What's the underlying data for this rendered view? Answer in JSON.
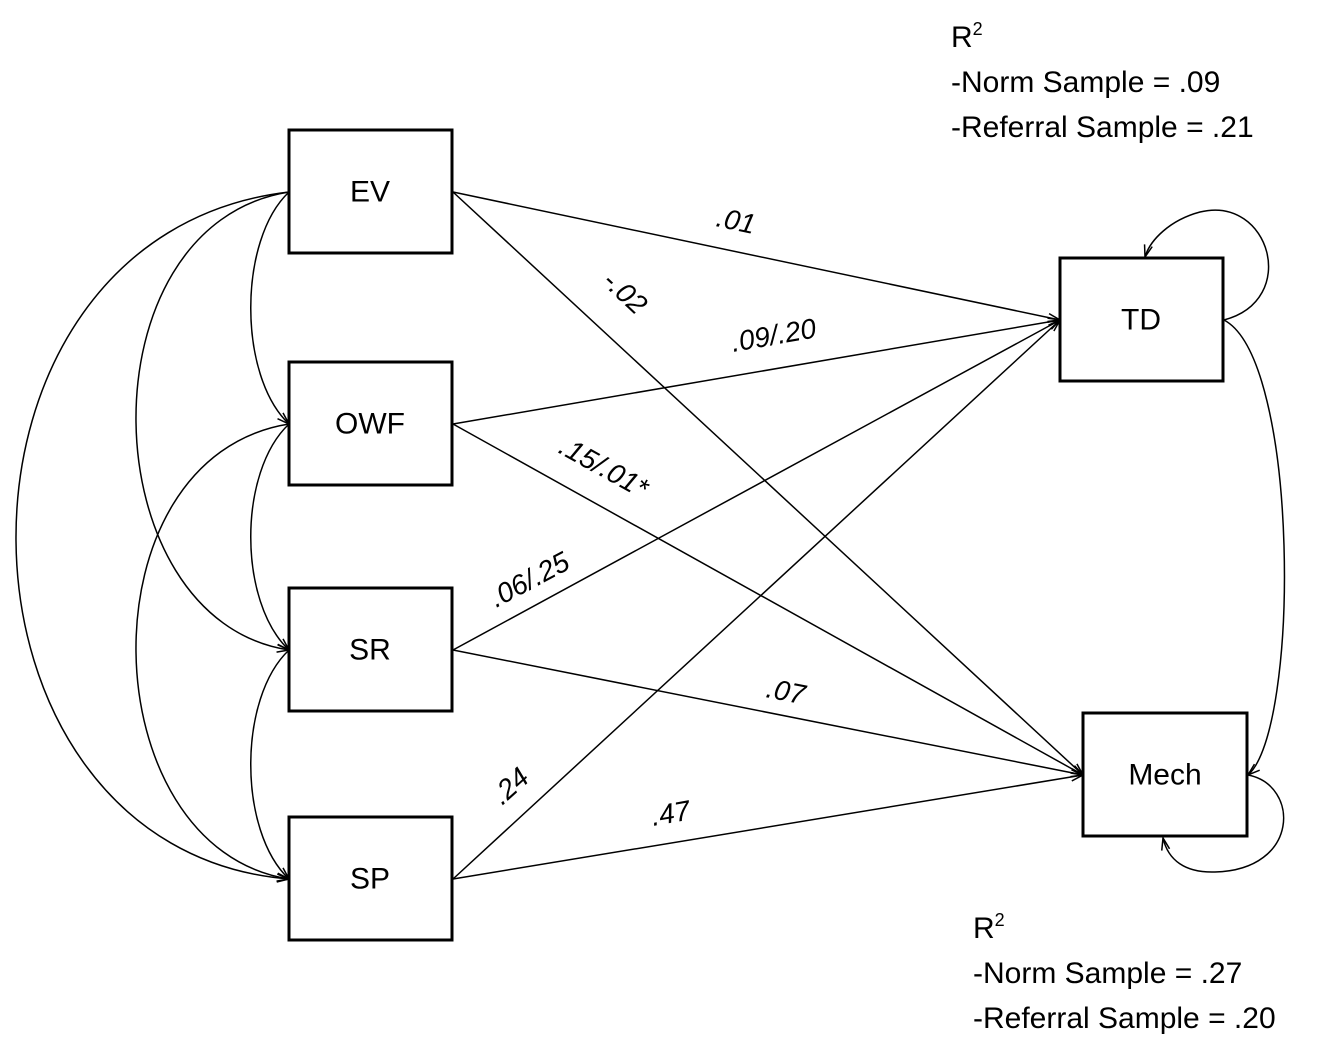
{
  "nodes": {
    "ev": "EV",
    "owf": "OWF",
    "sr": "SR",
    "sp": "SP",
    "td": "TD",
    "mech": "Mech"
  },
  "paths": {
    "ev_td": ".01",
    "ev_mech": "-.02",
    "owf_td": ".09/.20",
    "owf_mech": ".15/.01*",
    "sr_td": ".06/.25",
    "sr_mech": ".07",
    "sp_td": ".24",
    "sp_mech": ".47"
  },
  "r2_td": {
    "label": "R",
    "sup": "2",
    "norm": "-Norm Sample = .09",
    "referral": "-Referral Sample = .21"
  },
  "r2_mech": {
    "label": "R",
    "sup": "2",
    "norm": "-Norm Sample = .27",
    "referral": "-Referral Sample = .20"
  }
}
